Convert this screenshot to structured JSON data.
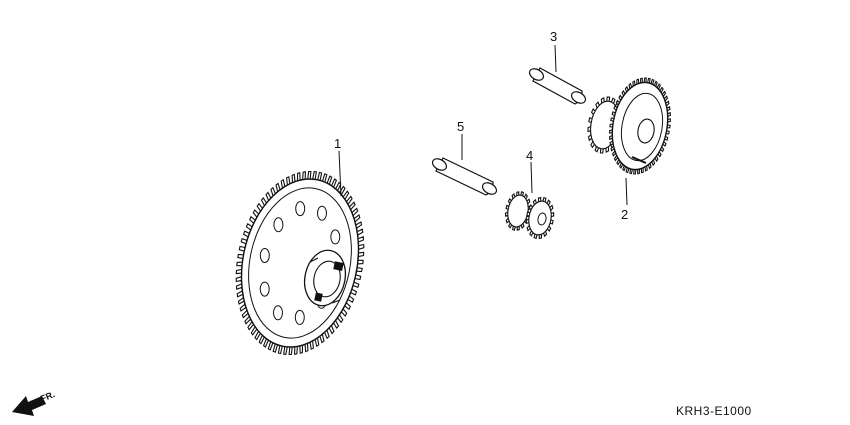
{
  "diagram": {
    "parts": [
      {
        "number": "1"
      },
      {
        "number": "2"
      },
      {
        "number": "3"
      },
      {
        "number": "4"
      },
      {
        "number": "5"
      }
    ],
    "direction_label": "FR.",
    "diagram_code": "KRH3-E1000"
  }
}
